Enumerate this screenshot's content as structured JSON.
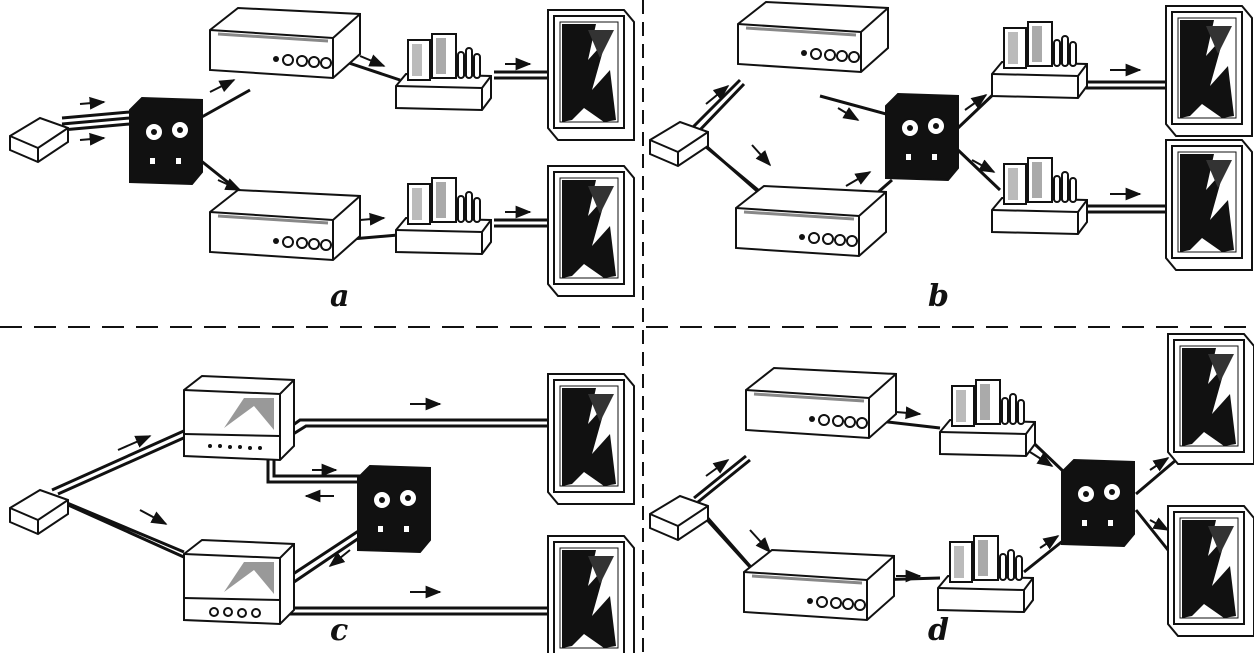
{
  "panels": [
    {
      "id": "a",
      "label": "a"
    },
    {
      "id": "b",
      "label": "b"
    },
    {
      "id": "c",
      "label": "c"
    },
    {
      "id": "d",
      "label": "d"
    }
  ],
  "colors": {
    "ink": "#111111",
    "paper": "#ffffff",
    "gray": "#d9d9d9"
  }
}
